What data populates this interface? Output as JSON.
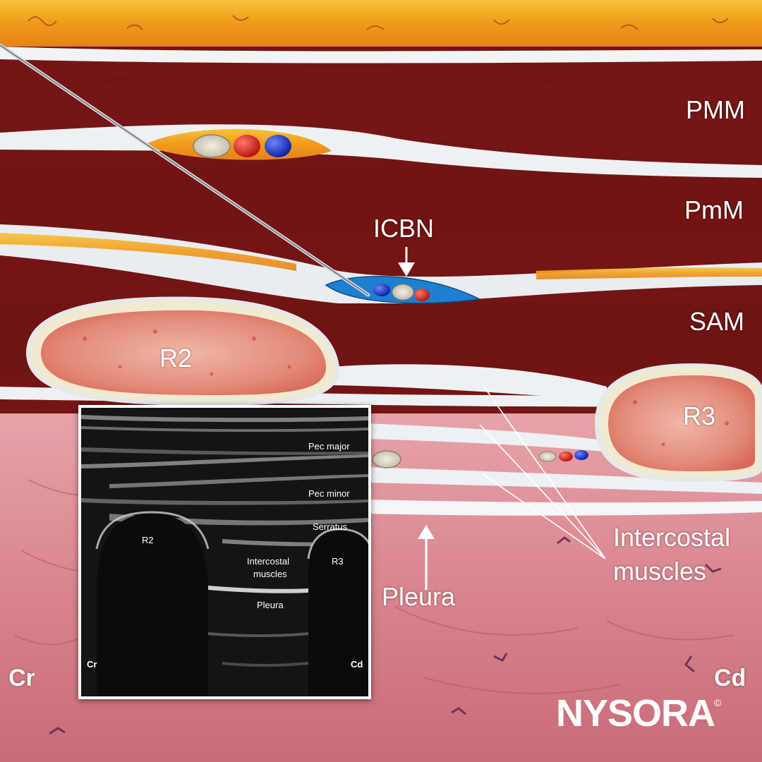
{
  "diagram": {
    "labels": {
      "pmm": "PMM",
      "pmm_minor": "PmM",
      "icbn": "ICBN",
      "sam": "SAM",
      "r2": "R2",
      "r3": "R3",
      "intercostal_line1": "Intercostal",
      "intercostal_line2": "muscles",
      "pleura": "Pleura",
      "cranial": "Cr",
      "caudal": "Cd"
    },
    "colors": {
      "muscle": "#7a1616",
      "fascia": "#f2f4f6",
      "fat": "#f2a21f",
      "lung": "#d98a93",
      "bone_cortex": "#efe6c8",
      "bone_marrow": "#d9463f",
      "artery": "#d41e1e",
      "vein": "#1a33c9",
      "local_anesthetic": "#1e7fd0"
    }
  },
  "ultrasound": {
    "labels": {
      "pec_major": "Pec major",
      "pec_minor": "Pec minor",
      "serratus": "Serratus",
      "r2": "R2",
      "r3": "R3",
      "intercostal_line1": "Intercostal",
      "intercostal_line2": "muscles",
      "pleura": "Pleura",
      "cranial": "Cr",
      "caudal": "Cd"
    }
  },
  "brand": {
    "name": "NYSORA",
    "mark": "©"
  }
}
